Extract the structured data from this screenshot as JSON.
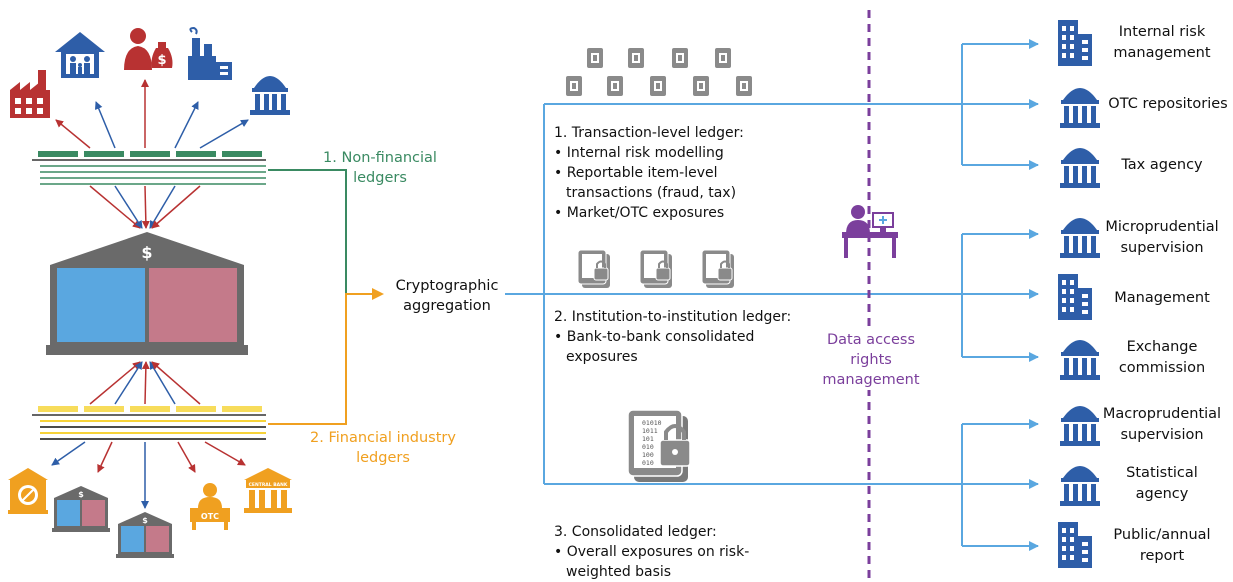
{
  "left": {
    "nonfinancial_label_line1": "1. Non-financial",
    "nonfinancial_label_line2": "ledgers",
    "financial_label_line1": "2. Financial industry",
    "financial_label_line2": "ledgers",
    "bank_symbol": "$",
    "central_bank_sign": "CENTRAL BANK",
    "otc_sign": "OTC"
  },
  "center": {
    "aggregation_line1": "Cryptographic",
    "aggregation_line2": "aggregation",
    "ledger1": {
      "title": "1. Transaction-level ledger:",
      "bullets": [
        "• Internal risk modelling",
        "• Reportable item-level",
        "  transactions (fraud, tax)",
        "• Market/OTC exposures"
      ]
    },
    "ledger2": {
      "title": "2. Institution-to-institution ledger:",
      "bullets": [
        "• Bank-to-bank consolidated",
        "  exposures"
      ]
    },
    "ledger3": {
      "title": "3. Consolidated ledger:",
      "bullets": [
        "• Overall exposures on risk-",
        "  weighted basis"
      ]
    },
    "binary_lines": [
      "01010",
      "1011",
      "101",
      "010",
      "100",
      "010"
    ]
  },
  "access": {
    "line1": "Data access",
    "line2": "rights",
    "line3": "management"
  },
  "recipients": [
    {
      "l1": "Internal risk",
      "l2": "management",
      "icon": "office-building-icon"
    },
    {
      "l1": "OTC repositories",
      "l2": "",
      "icon": "institution-icon"
    },
    {
      "l1": "Tax agency",
      "l2": "",
      "icon": "institution-icon"
    },
    {
      "l1": "Microprudential",
      "l2": "supervision",
      "icon": "institution-icon"
    },
    {
      "l1": "Management",
      "l2": "",
      "icon": "office-building-icon"
    },
    {
      "l1": "Exchange",
      "l2": "commission",
      "icon": "institution-icon"
    },
    {
      "l1": "Macroprudential",
      "l2": "supervision",
      "icon": "institution-icon"
    },
    {
      "l1": "Statistical",
      "l2": "agency",
      "icon": "institution-icon"
    },
    {
      "l1": "Public/annual",
      "l2": "report",
      "icon": "office-building-icon"
    }
  ],
  "colors": {
    "green": "#3a8a62",
    "orange": "#f0a020",
    "blue_line": "#5aa7e0",
    "purple": "#7b3f9c",
    "red": "#b83232",
    "dark_blue": "#2e5ea8",
    "bank_blue": "#5aa7e0",
    "bank_pink": "#c47a8a",
    "gray": "#7a7a7a"
  }
}
